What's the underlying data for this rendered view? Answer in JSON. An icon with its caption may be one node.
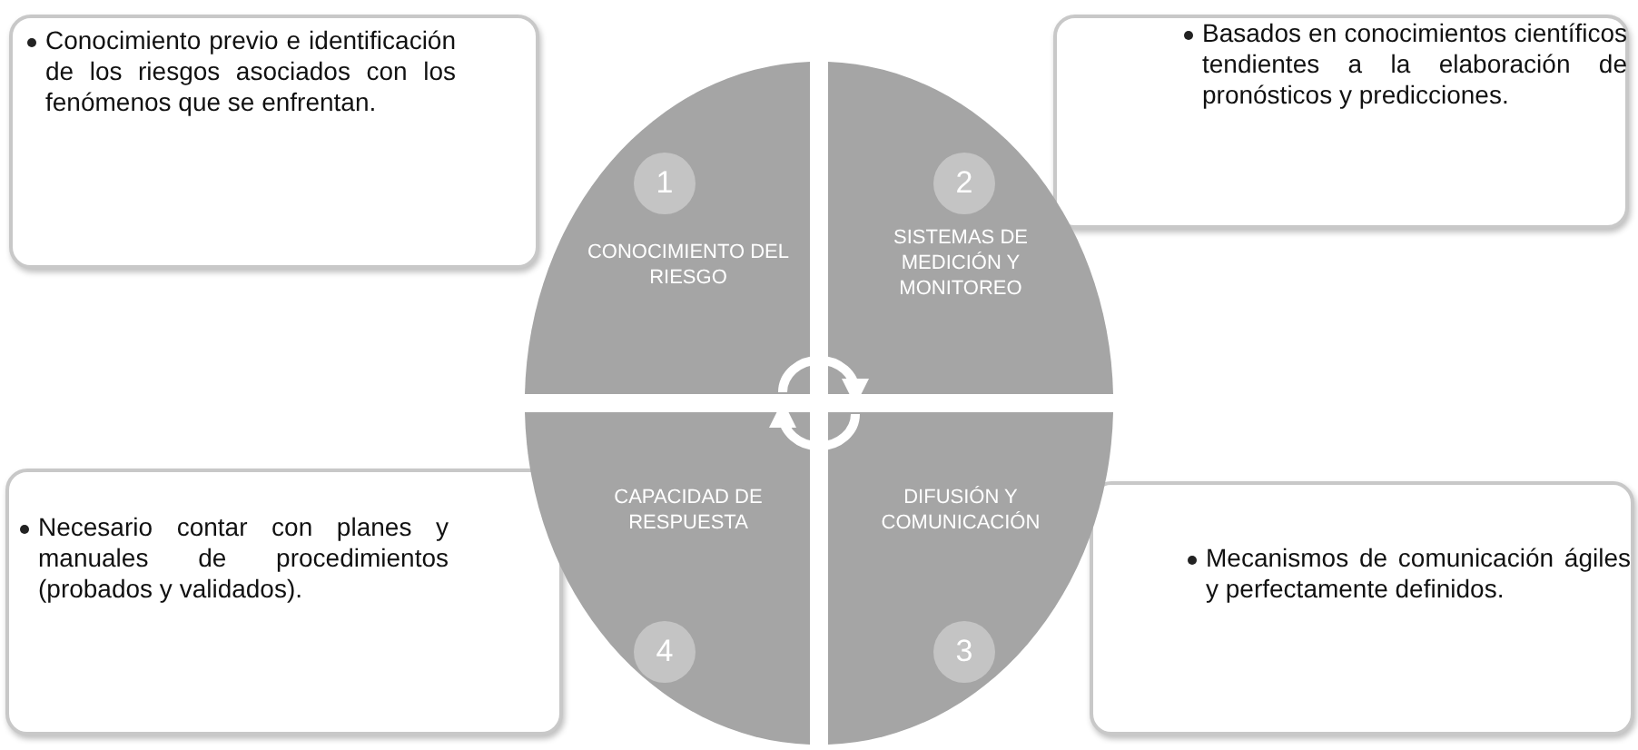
{
  "diagram": {
    "nodes": [
      {
        "text": [
          "Conocimiento previo e identificación de los riesgos asociados con los fenómenos que se enfrentan."
        ]
      },
      {
        "text": [
          "Basados en conocimientos científicos tendientes a la elaboración de pronósticos y predicciones."
        ]
      },
      {
        "text": [
          "CONOCIMIENTO DEL RIESGO"
        ]
      },
      {
        "text": [
          "1"
        ],
        "in": 2
      },
      {
        "text": [
          "SISTEMAS DE MEDICIÓN Y MONITOREO"
        ]
      },
      {
        "text": [
          "2"
        ],
        "in": 4
      },
      {
        "text": [
          "CAPACIDAD DE RESPUESTA"
        ]
      },
      {
        "text": [
          "4"
        ],
        "in": 6
      },
      {
        "text": [
          "DIFUSIÓN Y COMUNICACIÓN"
        ]
      },
      {
        "text": [
          "3"
        ],
        "in": 8
      },
      {
        "text": [
          "Necesario contar con planes y manuales de procedimientos (probados y validados)."
        ]
      },
      {
        "text": [
          "Mecanismos de comunicación ágiles y perfectamente definidos."
        ]
      }
    ],
    "edges": [
      {
        "from": 2,
        "to": 4,
        "arrow": "to"
      },
      {
        "from": 8,
        "to": 6,
        "arrow": "to"
      }
    ]
  }
}
